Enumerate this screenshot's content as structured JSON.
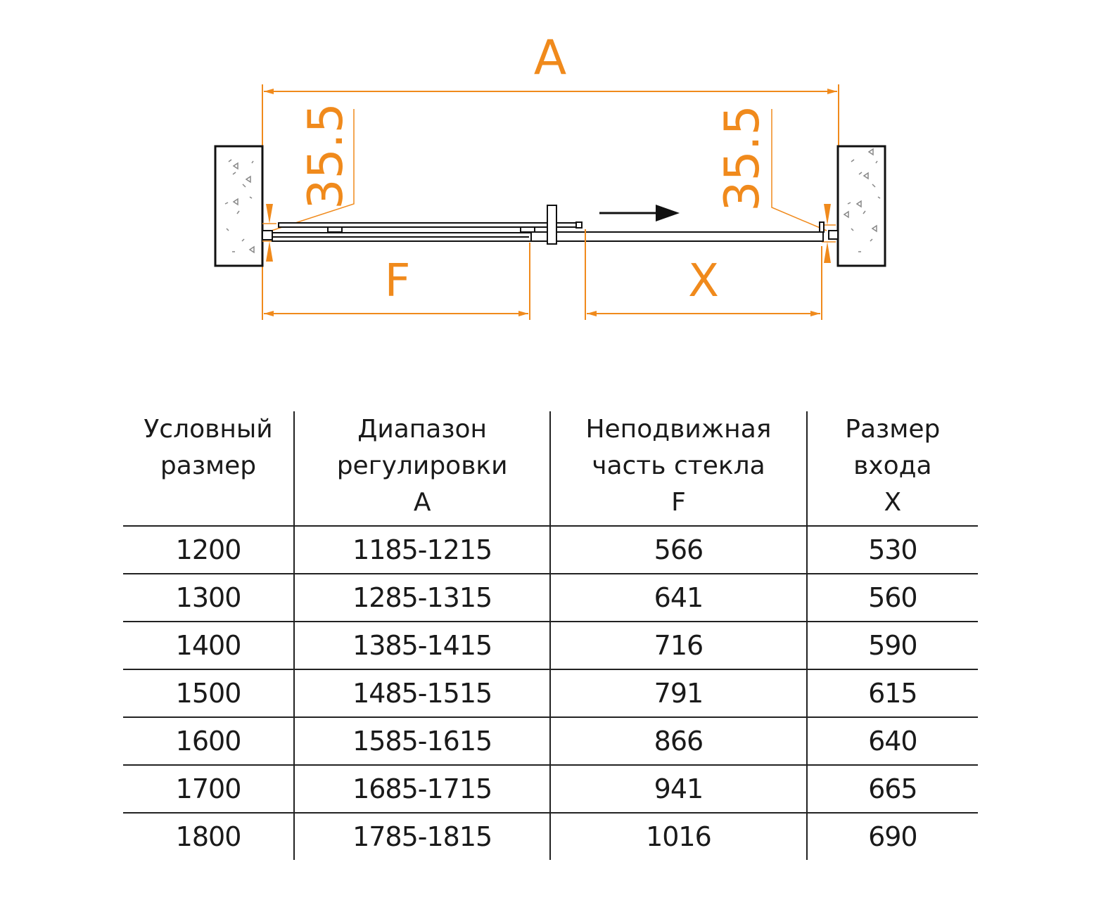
{
  "diagram": {
    "label_a": "A",
    "label_f": "F",
    "label_x": "X",
    "gap_left": "35.5",
    "gap_right": "35.5",
    "accent_color": "#f08a1c",
    "direction": "arrow-right"
  },
  "table": {
    "headers": [
      {
        "lines": [
          "Условный",
          "размер"
        ]
      },
      {
        "lines": [
          "Диапазон",
          "регулировки",
          "A"
        ]
      },
      {
        "lines": [
          "Неподвижная",
          "часть стекла",
          "F"
        ]
      },
      {
        "lines": [
          "Размер",
          "входа",
          "X"
        ]
      }
    ],
    "rows": [
      [
        "1200",
        "1185-1215",
        "566",
        "530"
      ],
      [
        "1300",
        "1285-1315",
        "641",
        "560"
      ],
      [
        "1400",
        "1385-1415",
        "716",
        "590"
      ],
      [
        "1500",
        "1485-1515",
        "791",
        "615"
      ],
      [
        "1600",
        "1585-1615",
        "866",
        "640"
      ],
      [
        "1700",
        "1685-1715",
        "941",
        "665"
      ],
      [
        "1800",
        "1785-1815",
        "1016",
        "690"
      ]
    ]
  }
}
